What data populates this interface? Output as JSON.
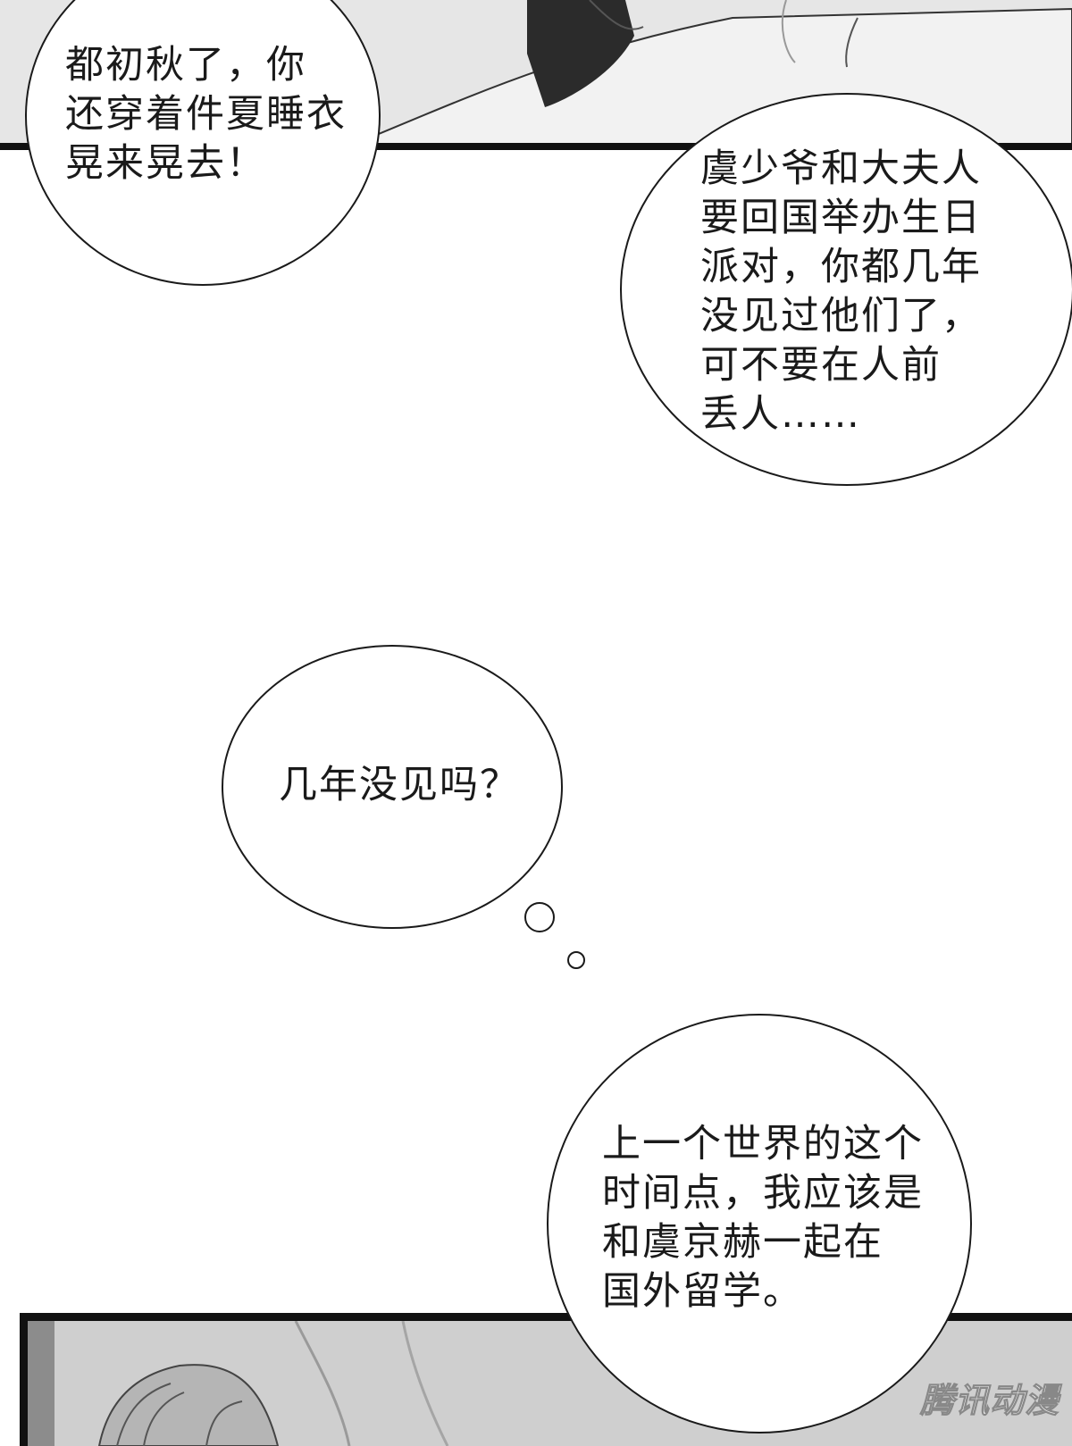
{
  "bubbles": {
    "b1": "都初秋了，你\n还穿着件夏睡衣\n晃来晃去！",
    "b2": "虞少爷和大夫人\n要回国举办生日\n派对，你都几年\n没见过他们了，\n可不要在人前\n丢人……",
    "b3": "几年没见吗？",
    "b4": "上一个世界的这个\n时间点，我应该是\n和虞京赫一起在\n国外留学。"
  },
  "watermark": "腾讯动漫",
  "colors": {
    "ink": "#1a1a1a",
    "panel_border": "#111111"
  }
}
